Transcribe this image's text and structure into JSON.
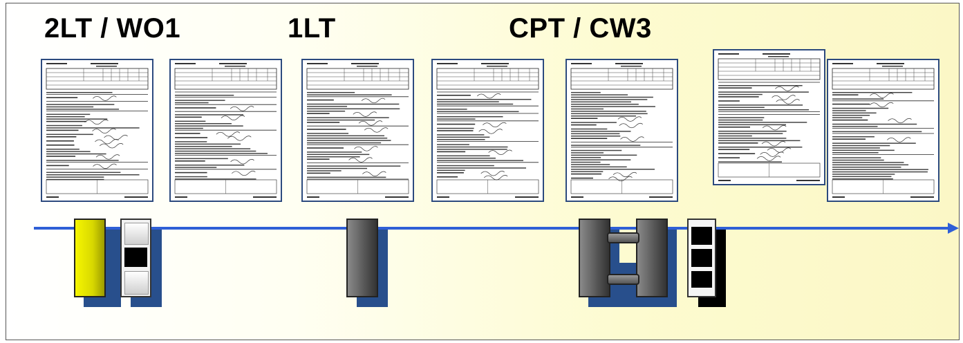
{
  "labels": {
    "rank_1": "2LT / WO1",
    "rank_2": "1LT",
    "rank_3": "CPT / CW3"
  },
  "colors": {
    "timeline": "#2f5fd6",
    "shadow": "#284f8c",
    "form_border": "#2c4a7e",
    "yellow_block": "#d8d800",
    "gray_block": "#555555"
  },
  "forms": {
    "count": 7
  }
}
